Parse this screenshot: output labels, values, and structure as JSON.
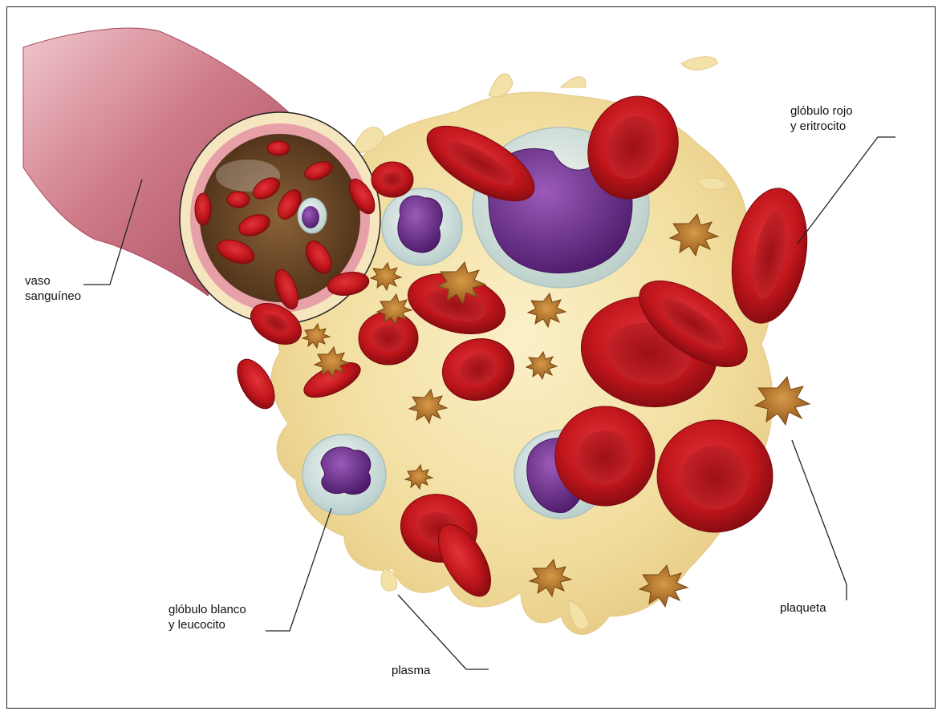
{
  "labels": {
    "vessel": [
      "vaso",
      "sanguíneo"
    ],
    "red_cell": [
      "glóbulo rojo",
      "y eritrocito"
    ],
    "white_cell": [
      "glóbulo blanco",
      "y leucocito"
    ],
    "plasma": "plasma",
    "platelet": "plaqueta"
  },
  "colors": {
    "plasma": "#f3e2a8",
    "red_cell": "#c4161c",
    "red_cell_dark": "#8e0d12",
    "white_cell_membrane": "#d9e6e6",
    "white_cell_nucleus": "#6b2a8c",
    "platelet": "#b77a2e",
    "vessel_wall": "#c96a7a",
    "vessel_lumen": "#6e4a2a",
    "leader_line": "#222222"
  }
}
